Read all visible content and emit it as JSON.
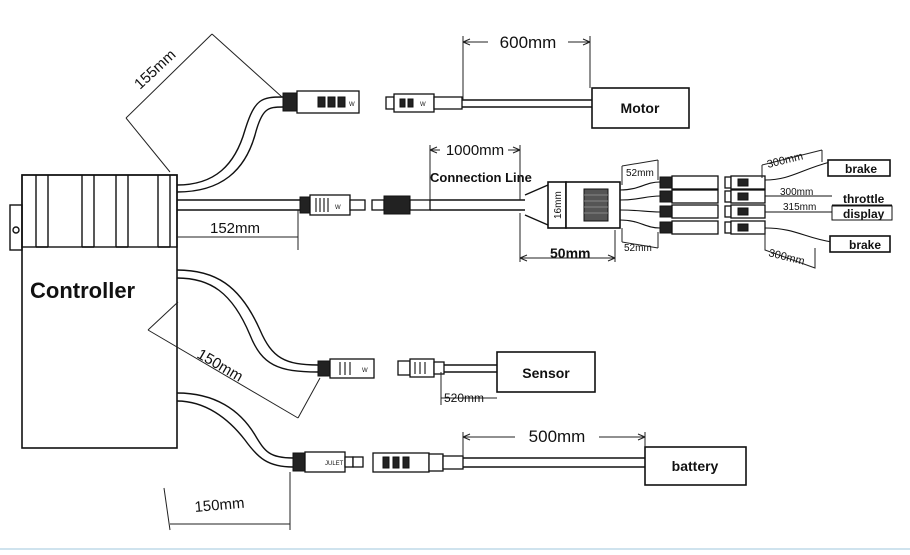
{
  "components": {
    "controller": "Controller",
    "motor": "Motor",
    "sensor": "Sensor",
    "battery": "battery",
    "brake_top": "brake",
    "throttle": "throttle",
    "display": "display",
    "brake_bottom": "brake",
    "connection_line": "Connection Line"
  },
  "dimensions": {
    "controller_top_cable": "155mm",
    "motor_cable": "600mm",
    "connection_line_len": "1000mm",
    "controller_mid_cable": "152mm",
    "split_branch_top": "52mm",
    "split_branch_bottom": "52mm",
    "hub_width": "16mm",
    "hub_length": "50mm",
    "brake_top_cable": "300mm",
    "throttle_cable": "300mm",
    "display_cable": "315mm",
    "brake_bottom_cable": "300mm",
    "sensor_cable_controller": "150mm",
    "sensor_cable": "520mm",
    "battery_cable": "500mm",
    "battery_cable_controller": "150mm"
  }
}
